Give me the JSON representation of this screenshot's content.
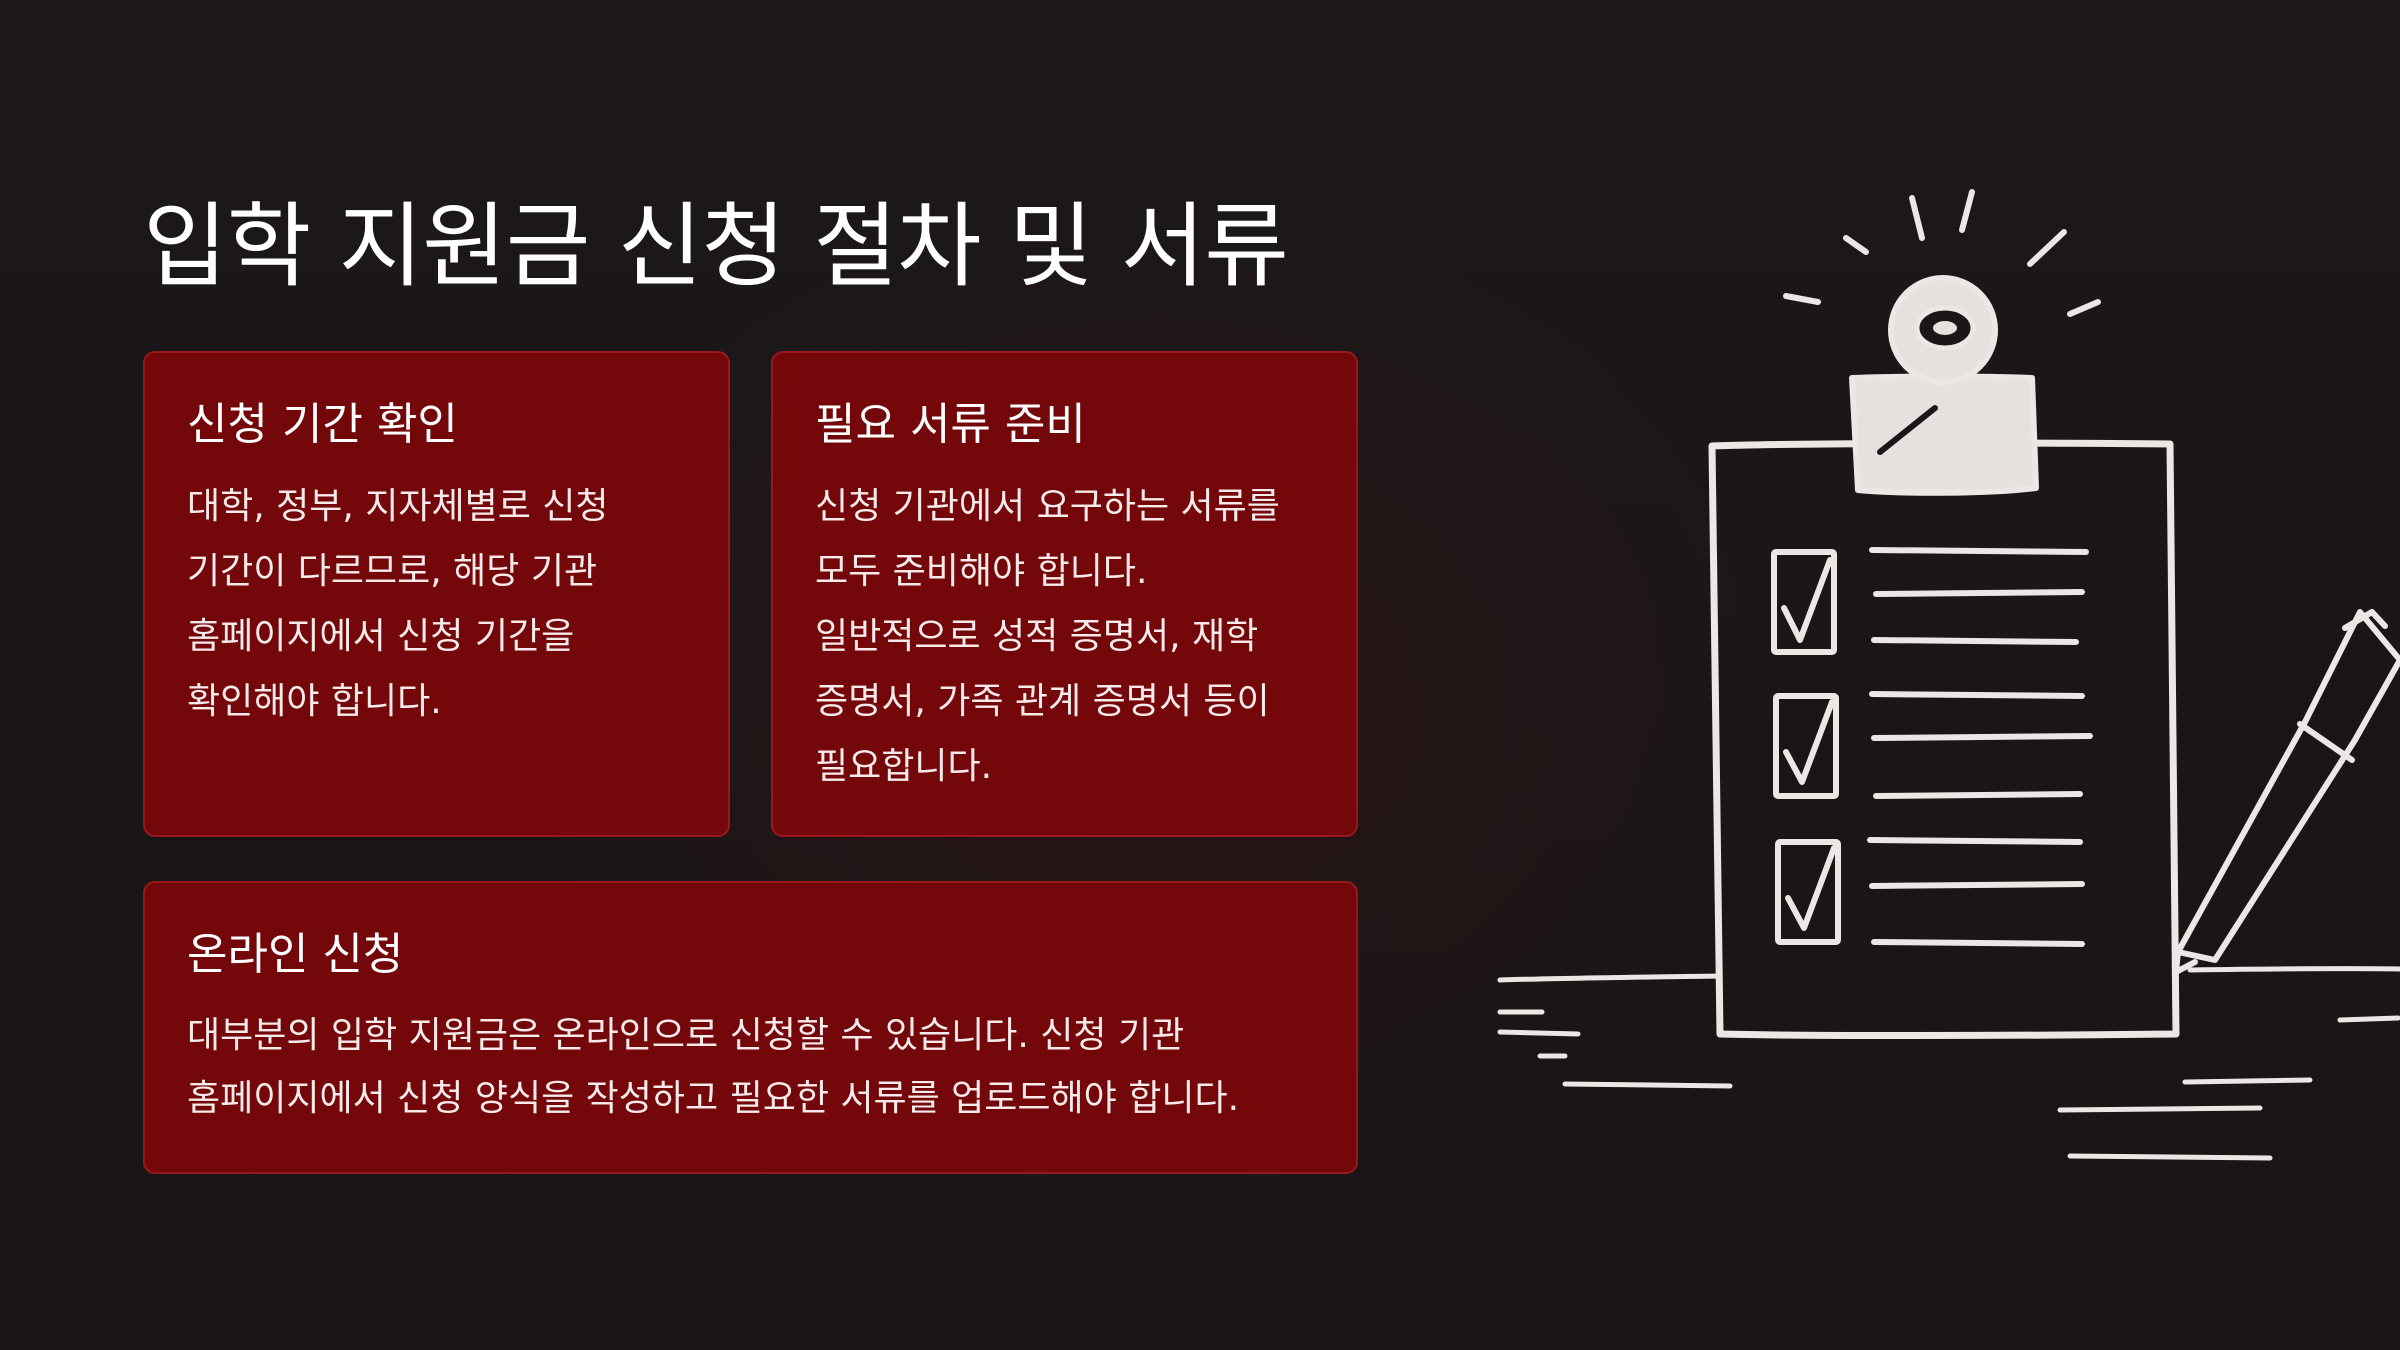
{
  "title": "입학 지원금 신청 절차 및 서류",
  "cards": [
    {
      "heading": "신청 기간 확인",
      "body": "대학, 정부, 지자체별로 신청 기간이 다르므로, 해당 기관 홈페이지에서 신청 기간을 확인해야 합니다."
    },
    {
      "heading": "필요 서류 준비",
      "body": "신청 기관에서 요구하는 서류를 모두 준비해야 합니다. 일반적으로 성적 증명서, 재학 증명서, 가족 관계 증명서 등이 필요합니다."
    },
    {
      "heading": "온라인 신청",
      "body": "대부분의 입학 지원금은 온라인으로 신청할 수 있습니다. 신청 기관 홈페이지에서 신청 양식을 작성하고 필요한 서류를 업로드해야 합니다."
    }
  ],
  "colors": {
    "background": "#1b1718",
    "card": "#740709",
    "card_border": "#98191b",
    "text": "#ffffff",
    "sketch": "#ece6e4"
  },
  "illustration": {
    "icon": "clipboard-checklist-icon",
    "checked_items": 3
  }
}
